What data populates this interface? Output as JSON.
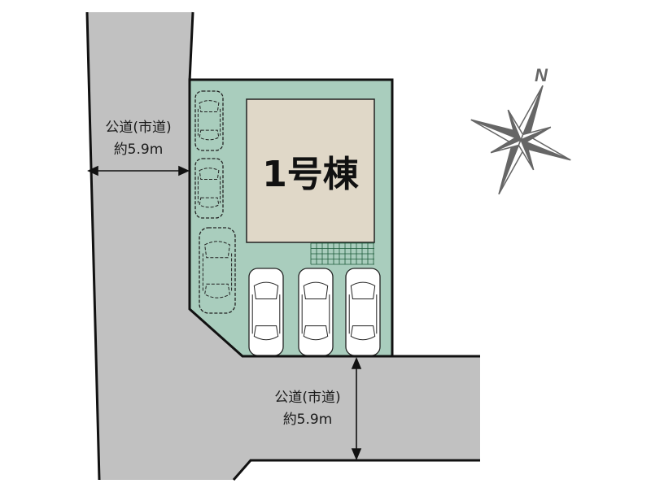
{
  "building": {
    "label": "1号棟"
  },
  "roads": [
    {
      "name": "公道(市道)",
      "width": "約5.9m"
    },
    {
      "name": "公道(市道)",
      "width": "約5.9m"
    }
  ],
  "compass": {
    "north_label": "N"
  },
  "colors": {
    "road": "#c1c1c1",
    "lot": "#a9cdbd",
    "building": "#e0d8c8",
    "compass": "#666666"
  }
}
